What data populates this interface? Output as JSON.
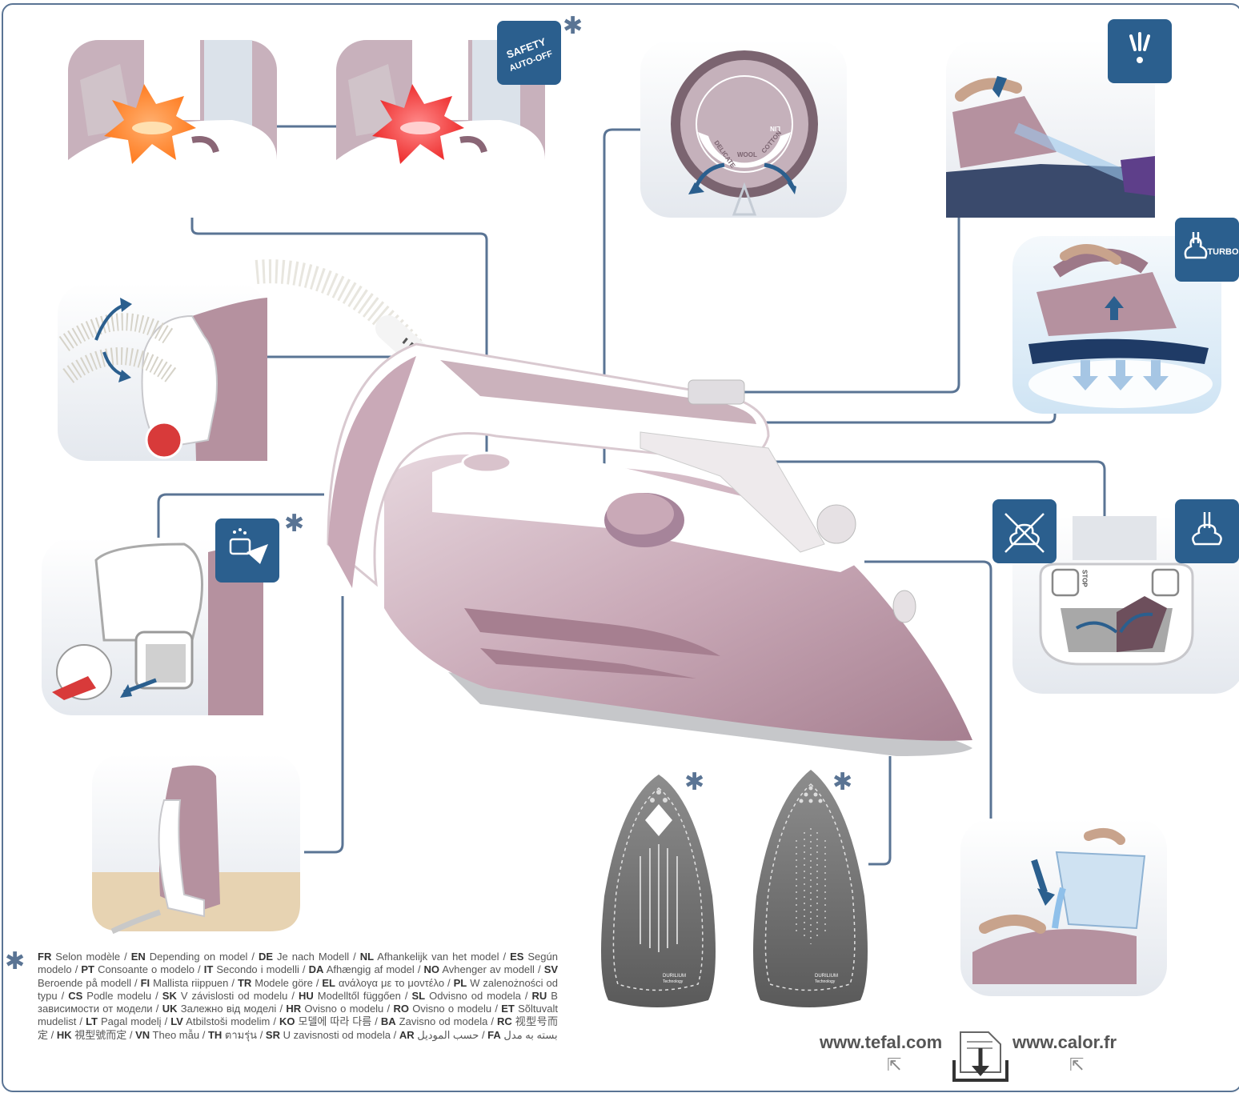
{
  "badges": {
    "safety_line1": "SAFETY",
    "safety_line2": "AUTO-OFF",
    "turbo": "TURBO"
  },
  "dial": {
    "delicate": "DELICATE",
    "wool": "WOOL",
    "cotton": "COTTON",
    "lin": "LIN"
  },
  "selector": {
    "stop": "STOP"
  },
  "star_symbol": "✱",
  "legend": {
    "star": "✱",
    "entries": [
      {
        "code": "FR",
        "text": "Selon modèle"
      },
      {
        "code": "EN",
        "text": "Depending on model"
      },
      {
        "code": "DE",
        "text": "Je nach Modell"
      },
      {
        "code": "NL",
        "text": "Afhankelijk van het model"
      },
      {
        "code": "ES",
        "text": "Según modelo"
      },
      {
        "code": "PT",
        "text": "Consoante o modelo"
      },
      {
        "code": "IT",
        "text": "Secondo i modelli"
      },
      {
        "code": "DA",
        "text": "Afhængig af model"
      },
      {
        "code": "NO",
        "text": "Avhenger av modell"
      },
      {
        "code": "SV",
        "text": "Beroende på modell"
      },
      {
        "code": "FI",
        "text": "Mallista riippuen"
      },
      {
        "code": "TR",
        "text": "Modele göre"
      },
      {
        "code": "EL",
        "text": "ανάλογα με το μοντέλο"
      },
      {
        "code": "PL",
        "text": "W zalenożności od typu"
      },
      {
        "code": "CS",
        "text": "Podle modelu"
      },
      {
        "code": "SK",
        "text": "V závislosti od modelu"
      },
      {
        "code": "HU",
        "text": "Modelltől függően"
      },
      {
        "code": "SL",
        "text": "Odvisno od modela"
      },
      {
        "code": "RU",
        "text": "В зависимости от модели"
      },
      {
        "code": "UK",
        "text": "Залежно від моделі"
      },
      {
        "code": "HR",
        "text": "Ovisno o modelu"
      },
      {
        "code": "RO",
        "text": "Ovisno o modelu"
      },
      {
        "code": "ET",
        "text": "Sõltuvalt mudelist"
      },
      {
        "code": "LT",
        "text": "Pagal modelį"
      },
      {
        "code": "LV",
        "text": "Atbilstoši modelim"
      },
      {
        "code": "KO",
        "text": "모델에 따라 다름"
      },
      {
        "code": "BA",
        "text": "Zavisno od modela"
      },
      {
        "code": "RC",
        "text": "视型号而定"
      },
      {
        "code": "HK",
        "text": "視型號而定"
      },
      {
        "code": "VN",
        "text": "Theo mẫu"
      },
      {
        "code": "TH",
        "text": "ตามรุ่น"
      },
      {
        "code": "SR",
        "text": "U zavisnosti od modela"
      },
      {
        "code": "AR",
        "text": "حسب الموديل"
      },
      {
        "code": "FA",
        "text": "بسته به مدل"
      }
    ]
  },
  "footer": {
    "url1": "www.tefal.com",
    "url2": "www.calor.fr"
  },
  "soleplates": {
    "brand_line1": "DURILIUM",
    "brand_line2": "Technology"
  },
  "colors": {
    "badge_blue": "#2b5f8e",
    "line_blue": "#5a7494",
    "iron_mauve": "#b5919f",
    "iron_dark": "#8a6676",
    "iron_light": "#d9c3cc"
  }
}
